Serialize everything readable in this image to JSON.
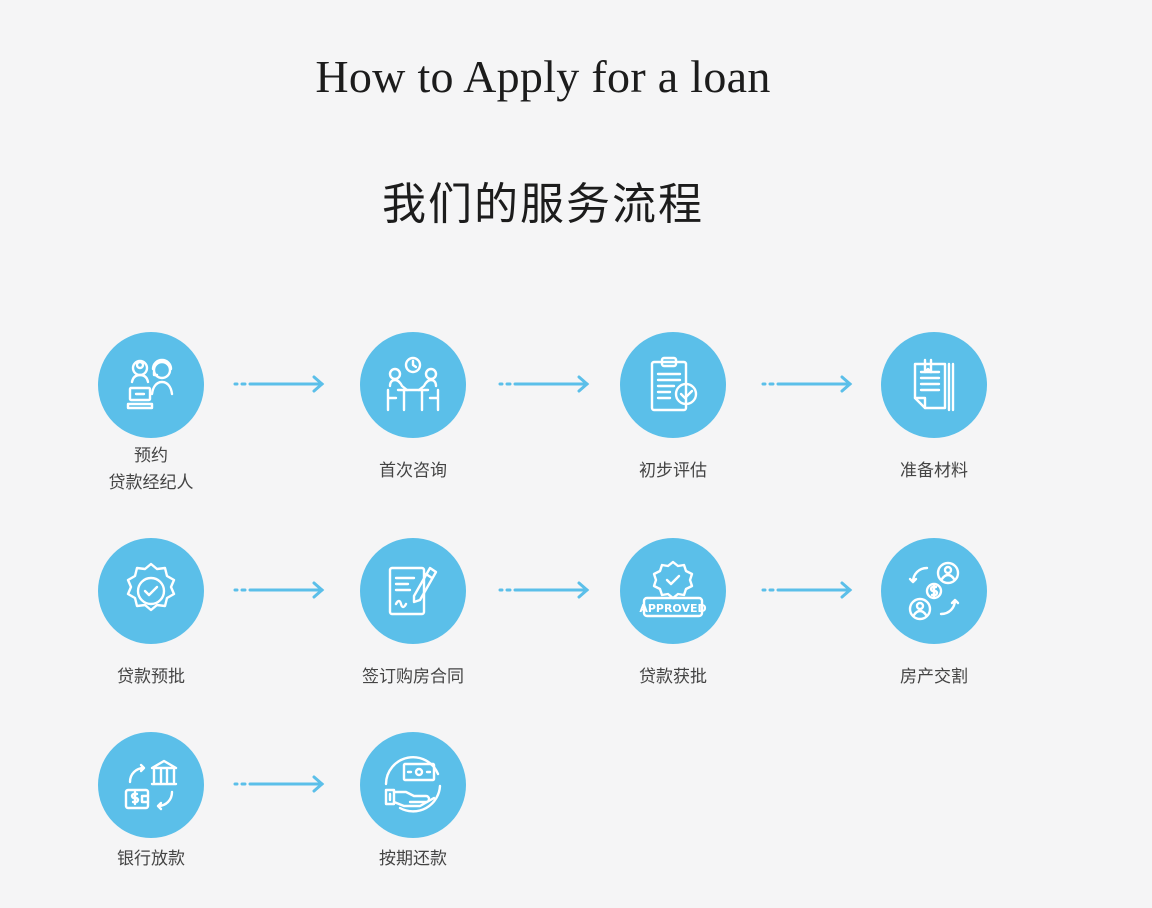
{
  "header": {
    "title_en": "How to Apply for a loan",
    "title_zh": "我们的服务流程"
  },
  "theme": {
    "circle_color": "#5bbfe9",
    "icon_color": "#ffffff",
    "background": "#f5f5f6"
  },
  "steps": [
    {
      "label": "预约\n贷款经纪人",
      "icon": "agent-icon"
    },
    {
      "label": "首次咨询",
      "icon": "meeting-icon"
    },
    {
      "label": "初步评估",
      "icon": "clipboard-check-icon"
    },
    {
      "label": "准备材料",
      "icon": "documents-icon"
    },
    {
      "label": "贷款预批",
      "icon": "badge-check-icon"
    },
    {
      "label": "签订购房合同",
      "icon": "contract-sign-icon"
    },
    {
      "label": "贷款获批",
      "icon": "approved-stamp-icon"
    },
    {
      "label": "房产交割",
      "icon": "property-exchange-icon"
    },
    {
      "label": "银行放款",
      "icon": "bank-transfer-icon"
    },
    {
      "label": "按期还款",
      "icon": "repayment-icon"
    }
  ]
}
